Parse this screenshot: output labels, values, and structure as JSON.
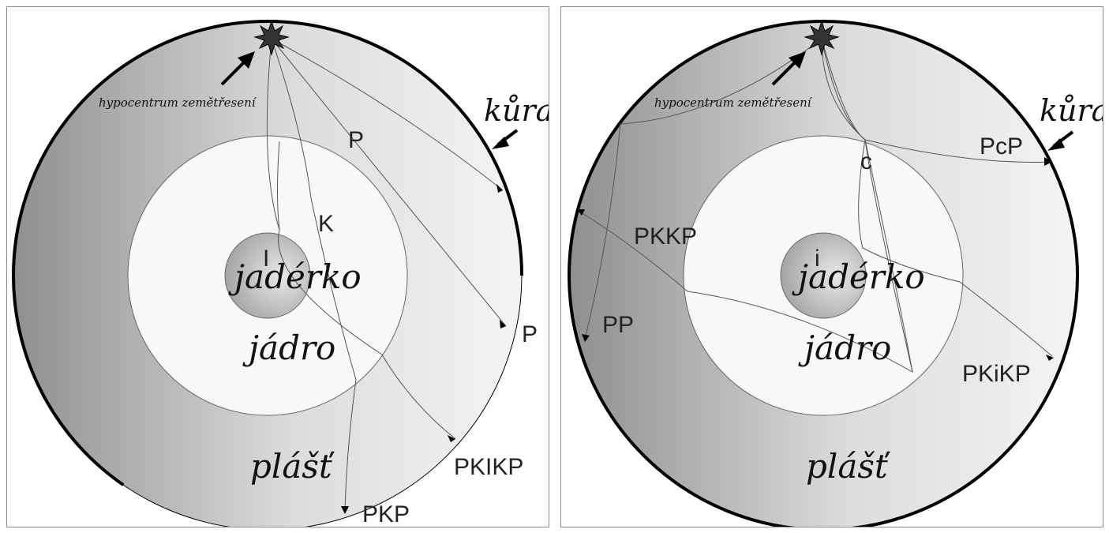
{
  "left": {
    "labels": {
      "hypocenter": "hypocentrum zemětřesení",
      "crust": "kůra",
      "mantle": "plášť",
      "outer_core": "jádro",
      "inner_core": "jadérko"
    },
    "rays": {
      "p_upper": "P",
      "k": "K",
      "i": "I",
      "p_lower": "P",
      "pkikp": "PKIKP",
      "pkp": "PKP"
    }
  },
  "right": {
    "labels": {
      "hypocenter": "hypocentrum zemětřesení",
      "crust": "kůra",
      "mantle": "plášť",
      "outer_core": "jádro",
      "inner_core": "jadérko"
    },
    "rays": {
      "pcp": "PcP",
      "c": "c",
      "i": "i",
      "pkkp": "PKKP",
      "pp": "PP",
      "pkikp": "PKiKP"
    }
  },
  "colors": {
    "mantle_light": "#f2f2f2",
    "mantle_dark": "#8f8f8f",
    "core": "#f7f7f7",
    "inner_core": "#b8b8b8",
    "outline": "#000000"
  }
}
